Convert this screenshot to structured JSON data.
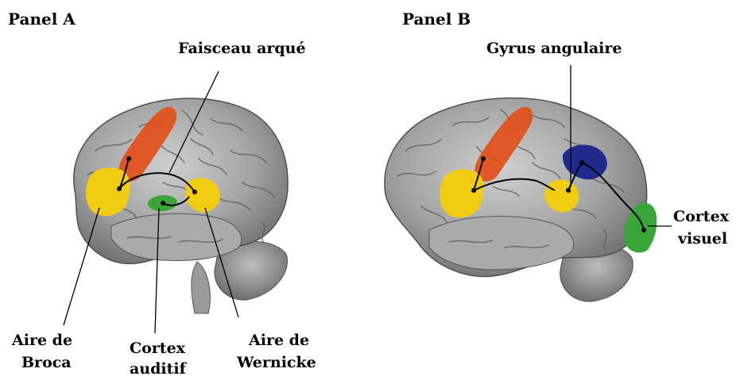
{
  "panels": [
    {
      "title": "Panel A",
      "labels": {
        "arcuate": "Faisceau arqué",
        "broca_1": "Aire de",
        "broca_2": "Broca",
        "auditory_1": "Cortex",
        "auditory_2": "auditif",
        "wernicke_1": "Aire de",
        "wernicke_2": "Wernicke"
      }
    },
    {
      "title": "Panel B",
      "labels": {
        "angular": "Gyrus angulaire",
        "visual_1": "Cortex",
        "visual_2": "visuel"
      }
    }
  ],
  "colors": {
    "motor_cortex": "#e0531e",
    "broca_wernicke": "#f2cc12",
    "auditory_cortex": "#3aa639",
    "angular_gyrus": "#1f2a8c",
    "visual_cortex": "#3aa639",
    "brain": "#9c9c9c"
  }
}
